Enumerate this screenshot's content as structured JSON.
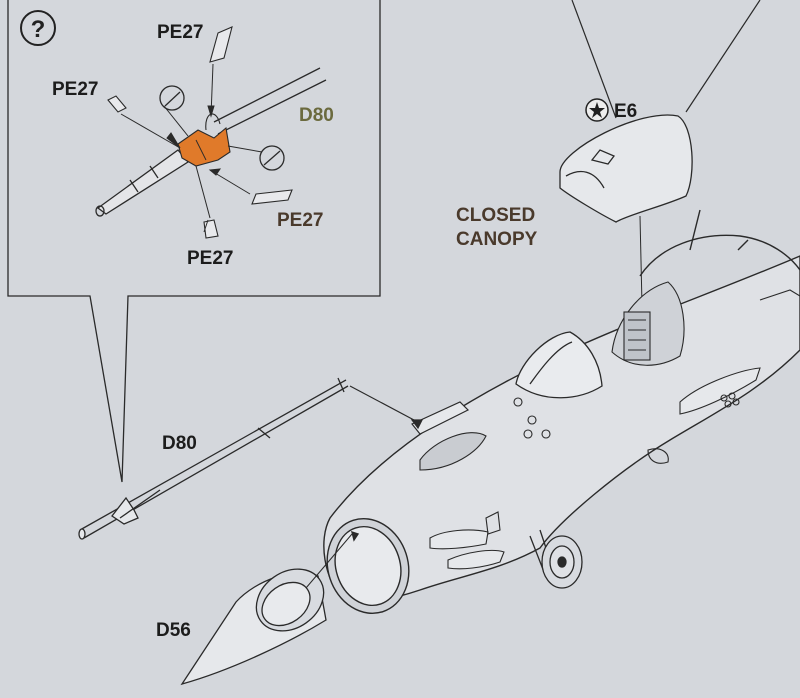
{
  "help_symbol": "?",
  "detail_labels": {
    "pe27_top": "PE27",
    "pe27_left": "PE27",
    "d80_detail": "D80",
    "pe27_right": "PE27",
    "pe27_bottom": "PE27"
  },
  "main_labels": {
    "e6": "E6",
    "closed_canopy": "CLOSED\nCANOPY",
    "d80": "D80",
    "d56": "D56"
  },
  "colors": {
    "background": "#d4d7dc",
    "line": "#2a2a2a",
    "highlight_part": "#e07a2a",
    "olive_label": "#6b6a3e"
  },
  "icons": {
    "help": "question-circle-icon",
    "cutting": "cut-circle-icon",
    "decal": "star-circle-icon"
  }
}
